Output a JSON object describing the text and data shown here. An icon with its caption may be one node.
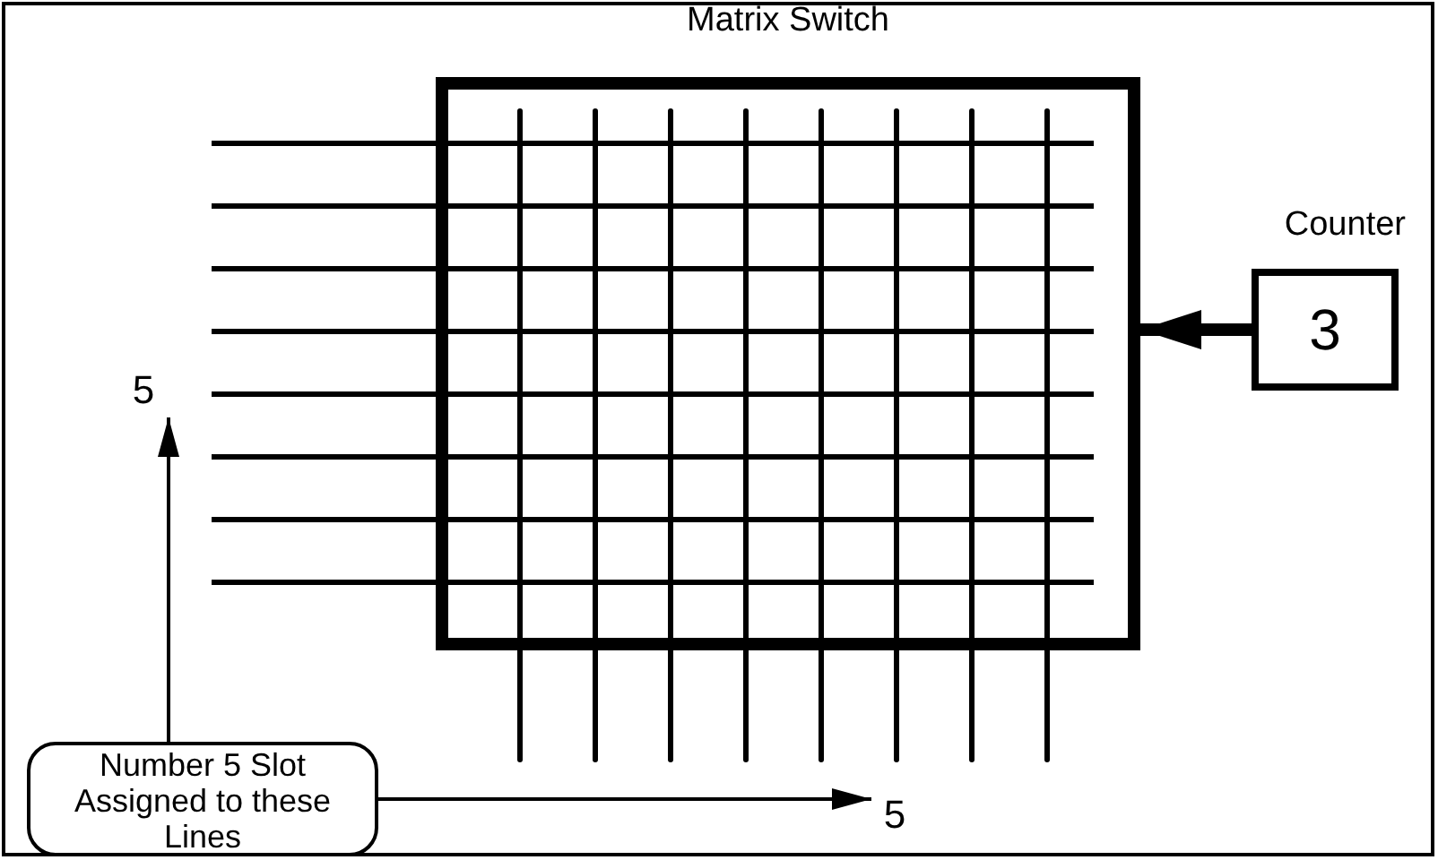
{
  "diagram": {
    "nodes": [
      {
        "text": [
          "Matrix Switch"
        ]
      },
      {
        "text": [
          "Counter",
          "3"
        ]
      },
      {
        "text": [
          "Number 5 Slot Assigned to these Lines"
        ]
      },
      {
        "text": [
          "5"
        ]
      },
      {
        "text": [
          "5"
        ]
      }
    ],
    "edges": [
      {
        "from": 1,
        "to": 0,
        "arrow": "to",
        "style": "thick"
      },
      {
        "from": 2,
        "to": 3,
        "arrow": "to"
      },
      {
        "from": 2,
        "to": 4,
        "arrow": "to"
      }
    ]
  }
}
